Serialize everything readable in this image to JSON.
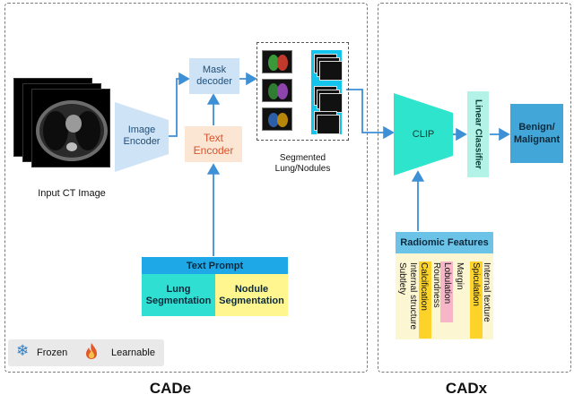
{
  "panels": {
    "cade_title": "CADe",
    "cadx_title": "CADx"
  },
  "cade": {
    "input_label": "Input CT Image",
    "image_encoder": "Image\nEncoder",
    "text_encoder": "Text\nEncoder",
    "mask_decoder": "Mask\ndecoder",
    "segmented_label": "Segmented\nLung/Nodules",
    "text_prompt": {
      "header": "Text Prompt",
      "lung": "Lung\nSegmentation",
      "nodule": "Nodule\nSegmentation"
    }
  },
  "cadx": {
    "clip": "CLIP",
    "linear_classifier": "Linear Classifier",
    "output": "Benign/\nMalignant",
    "radiomic": {
      "header": "Radiomic Features",
      "features": [
        "Subtlety",
        "Internal structure",
        "Calcification",
        "Roundness",
        "Lobulation",
        "Margin",
        "Spiculation",
        "Internal texture"
      ]
    }
  },
  "legend": {
    "frozen": "Frozen",
    "learnable": "Learnable"
  },
  "colors": {
    "encoder_blue": "#cfe3f6",
    "text_encoder_bg": "#fbe5d3",
    "text_encoder_fg": "#d9532c",
    "clip_green": "#2fe4cd",
    "classifier_green": "#b3f2e6",
    "output_blue": "#43a6d8",
    "prompt_header": "#1ea8e8",
    "prompt_lung": "#2fe0d2",
    "prompt_nodule": "#fff68f",
    "radiomic_header": "#6cc3e8",
    "arrow": "#3d8fd6"
  }
}
